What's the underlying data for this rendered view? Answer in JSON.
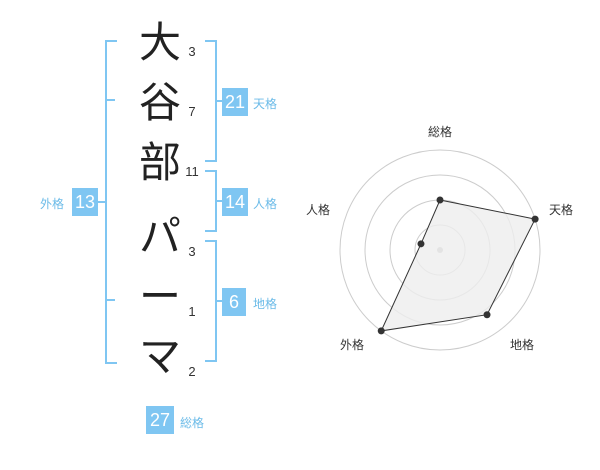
{
  "name": {
    "characters": [
      {
        "char": "大",
        "strokes": "3"
      },
      {
        "char": "谷",
        "strokes": "7"
      },
      {
        "char": "部",
        "strokes": "11"
      },
      {
        "char": "パ",
        "strokes": "3"
      },
      {
        "char": "ー",
        "strokes": "1"
      },
      {
        "char": "マ",
        "strokes": "2"
      }
    ]
  },
  "scores": {
    "tenkaku": {
      "value": "21",
      "label": "天格"
    },
    "jinkaku": {
      "value": "14",
      "label": "人格"
    },
    "chikaku": {
      "value": "6",
      "label": "地格"
    },
    "gaikaku": {
      "value": "13",
      "label": "外格"
    },
    "soukaku": {
      "value": "27",
      "label": "総格"
    }
  },
  "chart_data": {
    "type": "radar",
    "axes": [
      "総格",
      "天格",
      "地格",
      "外格",
      "人格"
    ],
    "values": [
      0.5,
      1.0,
      0.8,
      1.0,
      0.2
    ],
    "max": 1.0,
    "rings": 4,
    "fill_color": "#eeeeee",
    "line_color": "#333333",
    "grid_color": "#cccccc"
  },
  "colors": {
    "accent": "#7fc6f2",
    "accent_text": "#6bbbe8"
  }
}
